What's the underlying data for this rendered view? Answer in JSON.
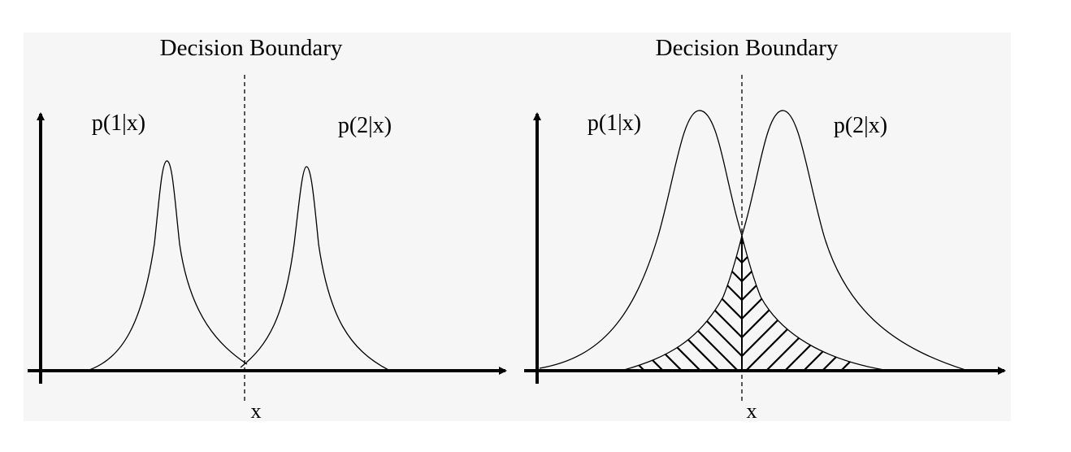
{
  "panels": [
    {
      "title": "Decision Boundary",
      "curve_labels": [
        "p(1|x)",
        "p(2|x)"
      ],
      "x_label": "x",
      "shaded_overlap": false
    },
    {
      "title": "Decision Boundary",
      "curve_labels": [
        "p(1|x)",
        "p(2|x)"
      ],
      "x_label": "x",
      "shaded_overlap": true
    }
  ]
}
